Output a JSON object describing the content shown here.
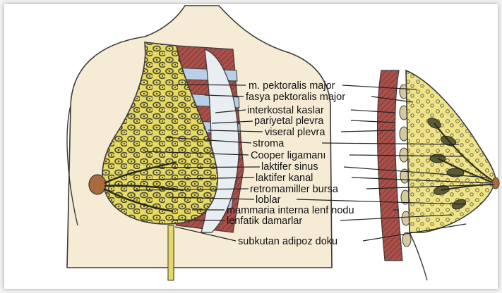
{
  "figure": {
    "labels": [
      "m. pektoralis major",
      "fasya pektoralis major",
      "interkostal kaslar",
      "pariyetal plevra",
      "viseral plevra",
      "stroma",
      "Cooper ligamanı",
      "laktifer sinus",
      "laktifer kanal",
      "retromamiller bursa",
      "loblar",
      "mammaria interna lenf nodu",
      "lenfatik damarlar",
      "subkutan adipoz doku"
    ],
    "colors": {
      "skin": "#f6ecd6",
      "fat": "#e6d964",
      "lobule": "#4b4a2e",
      "muscle": "#b0574e",
      "pleura": "#b8cfe6",
      "outline": "#3a3a3a",
      "leader": "#222222"
    }
  }
}
